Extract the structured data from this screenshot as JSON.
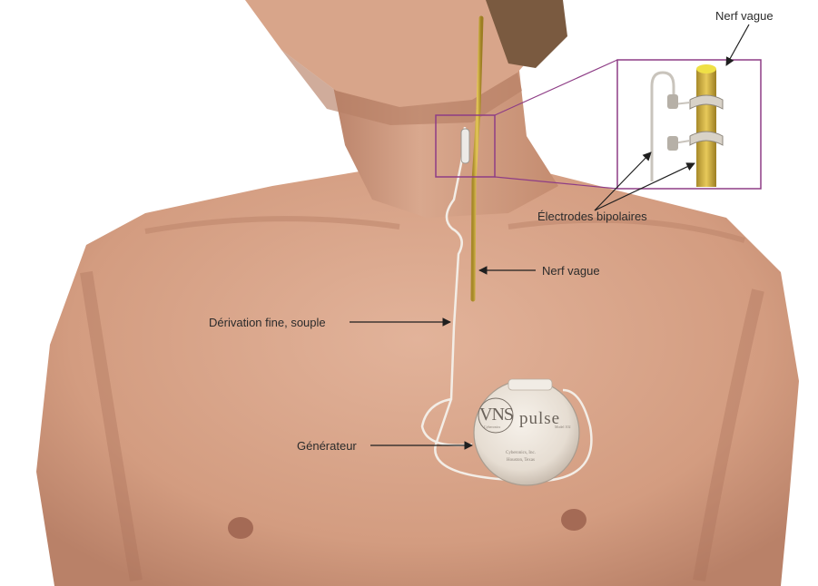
{
  "labels": {
    "nerf_vague_top": "Nerf vague",
    "electrodes": "Électrodes bipolaires",
    "nerf_vague_mid": "Nerf vague",
    "derivation": "Dérivation fine, souple",
    "generateur": "Générateur"
  },
  "device": {
    "brand": "VNS",
    "model": "pulse",
    "subtitle": "Cyberonics",
    "model_number": "Model 102",
    "company_line1": "Cyberonics, Inc.",
    "company_line2": "Houston, Texas"
  },
  "colors": {
    "skin": "#d8a58a",
    "skin_shadow": "#b98168",
    "nerve": "#d9b64a",
    "zoom_frame": "#8e3d86",
    "lead_wire": "#f3ede6",
    "arrow": "#1f1f1f",
    "background": "#ffffff"
  }
}
